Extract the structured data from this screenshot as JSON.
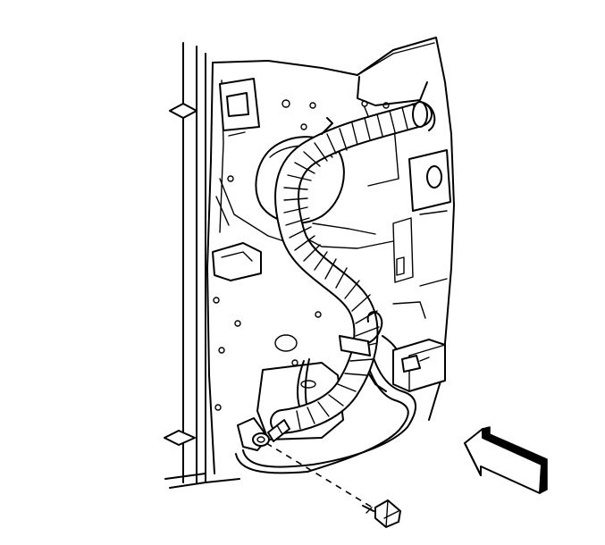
{
  "figure": {
    "background": "#ffffff",
    "line_color": "#000000",
    "text": []
  },
  "parts": [
    "door-frame-edge",
    "door-inner-panel",
    "panel-access-hole",
    "wiring-harness-conduit",
    "harness-wires",
    "harness-connector",
    "harness-retainer-clip",
    "ground-wire-terminal",
    "ground-bolt",
    "view-direction-arrow"
  ]
}
